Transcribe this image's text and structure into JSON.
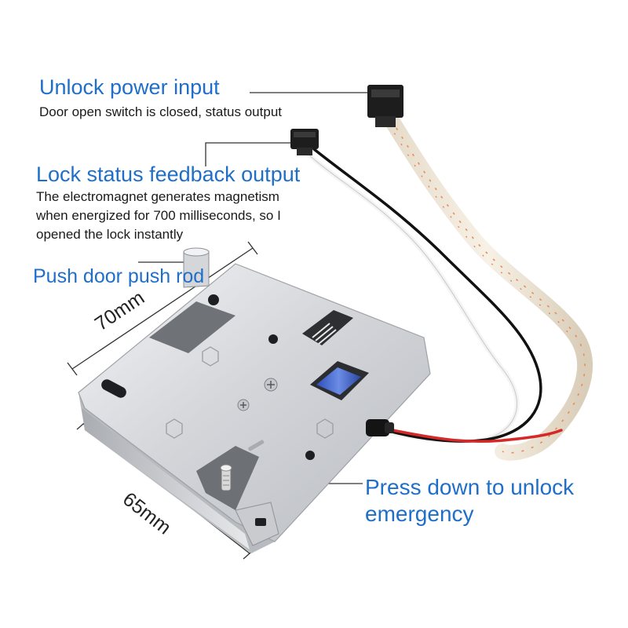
{
  "annotations": {
    "unlock_power": {
      "title": "Unlock power input",
      "description": "Door open switch is closed, status output"
    },
    "lock_status": {
      "title": "Lock status feedback output",
      "description_lines": [
        "The electromagnet generates magnetism",
        "when energized for 700 milliseconds, so I",
        "opened the lock instantly"
      ]
    },
    "push_rod": {
      "title": "Push door push rod"
    },
    "emergency": {
      "title_lines": [
        "Press down to unlock",
        "emergency"
      ]
    }
  },
  "dimensions": {
    "width": "70mm",
    "height": "65mm"
  },
  "colors": {
    "accent": "#1f6fc9",
    "text": "#1a1a1a",
    "metal": "#d6d8dc",
    "solenoid": "#3a5fc8",
    "wire_red": "#d62828",
    "wire_black": "#111111",
    "sleeve_stripe": "#e98b5a"
  },
  "icons": [
    "electronic-lock-body",
    "connector-plug-icon",
    "screw-icon",
    "hex-nut-icon",
    "solenoid-coil-icon"
  ]
}
